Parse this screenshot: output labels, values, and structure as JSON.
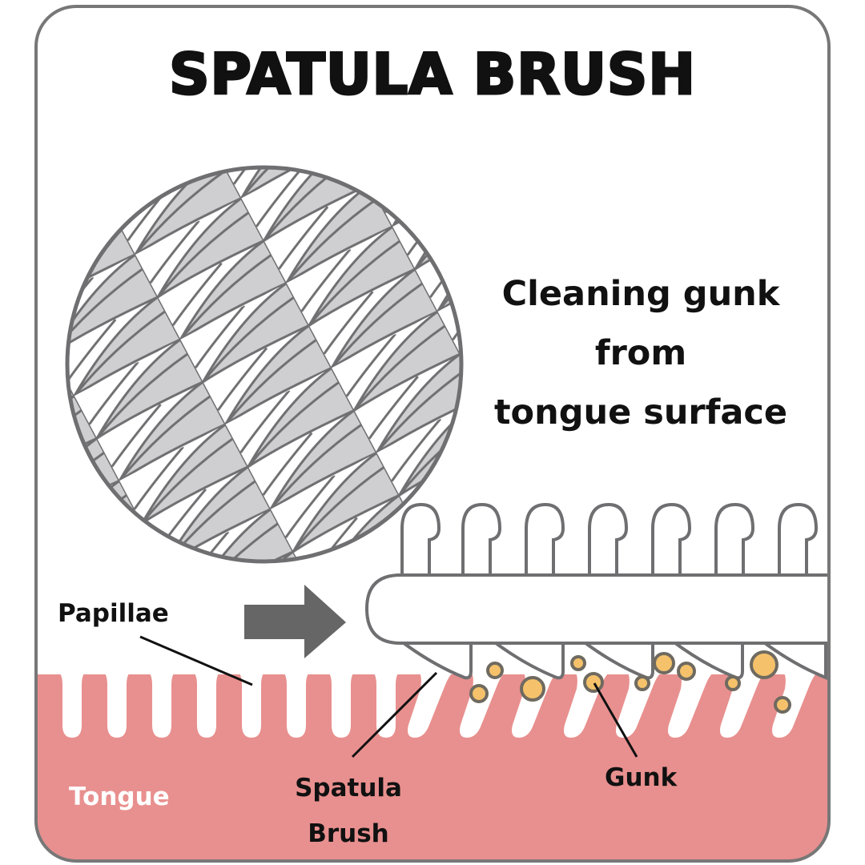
{
  "title": "SPATULA BRUSH",
  "caption": [
    "Cleaning gunk",
    "from",
    "tongue surface"
  ],
  "labels": {
    "papillae": "Papillae",
    "spatula_brush": [
      "Spatula",
      "Brush"
    ],
    "gunk": "Gunk",
    "tongue": "Tongue"
  },
  "colors": {
    "outline": "#777777",
    "tongue": "#E8908F",
    "gunk": "#F5C26B",
    "arrow": "#666666",
    "scale_fill": "#CFCFD1"
  }
}
